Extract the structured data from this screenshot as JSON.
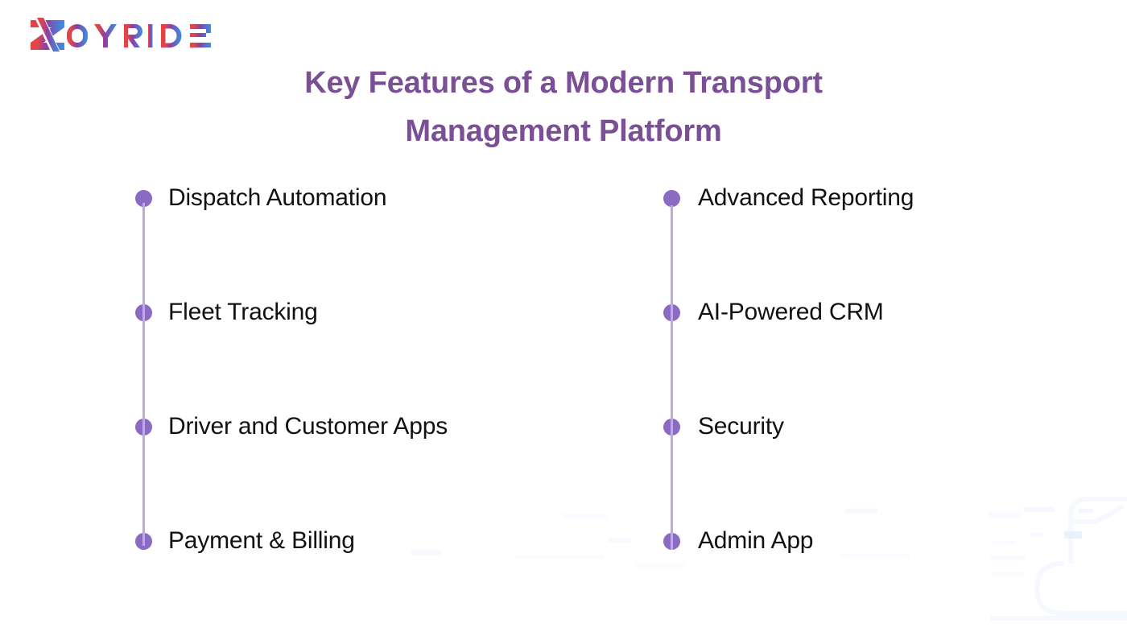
{
  "brand": {
    "logo_text": "ZOYRIDE",
    "logo_letters": [
      "Z",
      "O",
      "Y",
      "R",
      "I",
      "D",
      "E"
    ],
    "gradient_start": "#e8433f",
    "gradient_mid": "#8b3fa8",
    "gradient_end": "#3b8ee0"
  },
  "title": {
    "line1": "Key Features of a Modern Transport",
    "line2": "Management Platform",
    "full": "Key Features of a Modern Transport Management Platform",
    "color": "#7a4f95"
  },
  "colors": {
    "background": "#ffffff",
    "bullet": "#8a6ac2",
    "connector_line": "#c0a9dd",
    "label_text": "#111111",
    "watermark": "#f6f9fe"
  },
  "columns": [
    {
      "id": "left",
      "items": [
        {
          "label": "Dispatch Automation",
          "bullet": "bullet-dot"
        },
        {
          "label": "Fleet Tracking",
          "bullet": "bullet-dot"
        },
        {
          "label": "Driver and Customer Apps",
          "bullet": "bullet-dot"
        },
        {
          "label": "Payment & Billing",
          "bullet": "bullet-dot"
        }
      ]
    },
    {
      "id": "right",
      "items": [
        {
          "label": "Advanced Reporting",
          "bullet": "bullet-dot"
        },
        {
          "label": "AI-Powered CRM",
          "bullet": "bullet-dot"
        },
        {
          "label": "Security",
          "bullet": "bullet-dot"
        },
        {
          "label": "Admin App",
          "bullet": "bullet-dot"
        }
      ]
    }
  ],
  "decorations": {
    "watermark_shapes": [
      "truck-outline",
      "bar-shape",
      "small-rectangle",
      "small-rectangle",
      "small-rectangle"
    ]
  }
}
